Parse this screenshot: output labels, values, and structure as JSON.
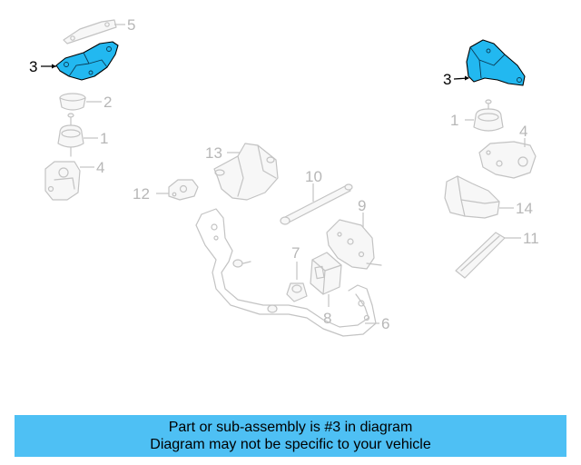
{
  "diagram": {
    "callouts": [
      {
        "id": "3",
        "highlighted": true
      },
      {
        "id": "5",
        "highlighted": false
      },
      {
        "id": "2",
        "highlighted": false
      },
      {
        "id": "1",
        "highlighted": false
      },
      {
        "id": "4",
        "highlighted": false
      },
      {
        "id": "13",
        "highlighted": false
      },
      {
        "id": "12",
        "highlighted": false
      },
      {
        "id": "10",
        "highlighted": false
      },
      {
        "id": "9",
        "highlighted": false
      },
      {
        "id": "7",
        "highlighted": false
      },
      {
        "id": "8",
        "highlighted": false
      },
      {
        "id": "6",
        "highlighted": false
      },
      {
        "id": "14",
        "highlighted": false
      },
      {
        "id": "11",
        "highlighted": false
      }
    ],
    "colors": {
      "highlight": "#22b8f0",
      "ghost": "#c3c3c3",
      "banner": "#4ec0f4"
    }
  },
  "banner": {
    "line1": "Part or sub-assembly is #3 in diagram",
    "line2": "Diagram may not be specific to your vehicle"
  }
}
